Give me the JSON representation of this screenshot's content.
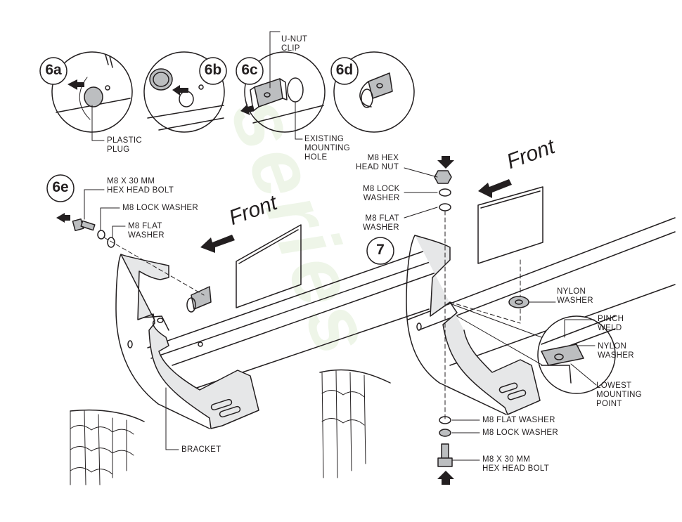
{
  "watermark": "series",
  "steps": {
    "s6a": "6a",
    "s6b": "6b",
    "s6c": "6c",
    "s6d": "6d",
    "s6e": "6e",
    "s7": "7"
  },
  "front_label": "Front",
  "labels_top": {
    "plastic_plug": "PLASTIC\nPLUG",
    "unut_clip": "U-NUT\nCLIP",
    "existing_hole": "EXISTING\nMOUNTING\nHOLE"
  },
  "labels_6e": {
    "bolt": "M8 X 30 MM\nHEX HEAD BOLT",
    "lock_washer": "M8 LOCK WASHER",
    "flat_washer": "M8 FLAT\nWASHER",
    "bracket": "BRACKET"
  },
  "labels_7": {
    "hex_nut": "M8 HEX\nHEAD NUT",
    "lock_washer_top": "M8 LOCK\nWASHER",
    "flat_washer_top": "M8 FLAT\nWASHER",
    "nylon_washer": "NYLON\nWASHER",
    "pinch_weld": "PINCH\nWELD",
    "nylon_washer_2": "NYLON\nWASHER",
    "lowest_point": "LOWEST\nMOUNTING\nPOINT",
    "flat_washer_bottom": "M8 FLAT WASHER",
    "lock_washer_bottom": "M8 LOCK WASHER",
    "bolt_bottom": "M8 X 30 MM\nHEX HEAD BOLT"
  }
}
